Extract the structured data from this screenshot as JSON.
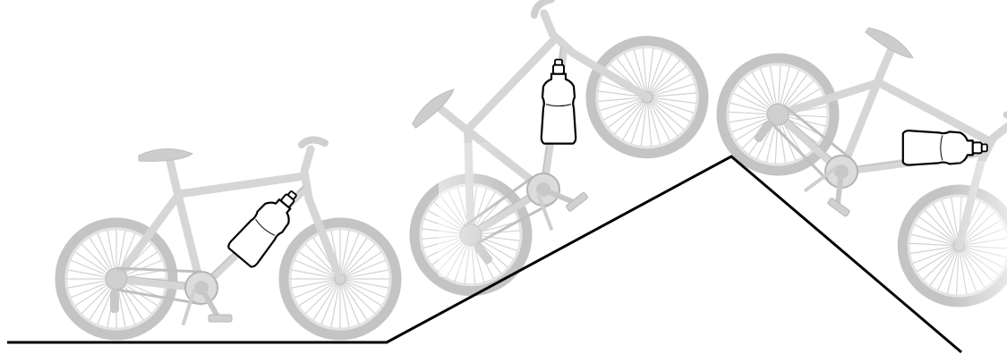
{
  "scene": {
    "description_free": true,
    "colors": {
      "background": "#ffffff",
      "ground": "#000000",
      "tire": "#c4c4c4",
      "tire_inner": "#e9e9e9",
      "frame": "#d6d6d6",
      "frame_edge": "#bdbdbd",
      "spoke": "#d0d0d0",
      "bottle_stroke": "#000000",
      "bottle_fill": "#ffffff"
    },
    "bikes": [
      {
        "name": "bike-flat",
        "state": "level ground"
      },
      {
        "name": "bike-uphill",
        "state": "climbing slope"
      },
      {
        "name": "bike-downhill",
        "state": "descending slope"
      }
    ],
    "icons": [
      "bicycle-icon",
      "water-bottle-icon"
    ]
  }
}
